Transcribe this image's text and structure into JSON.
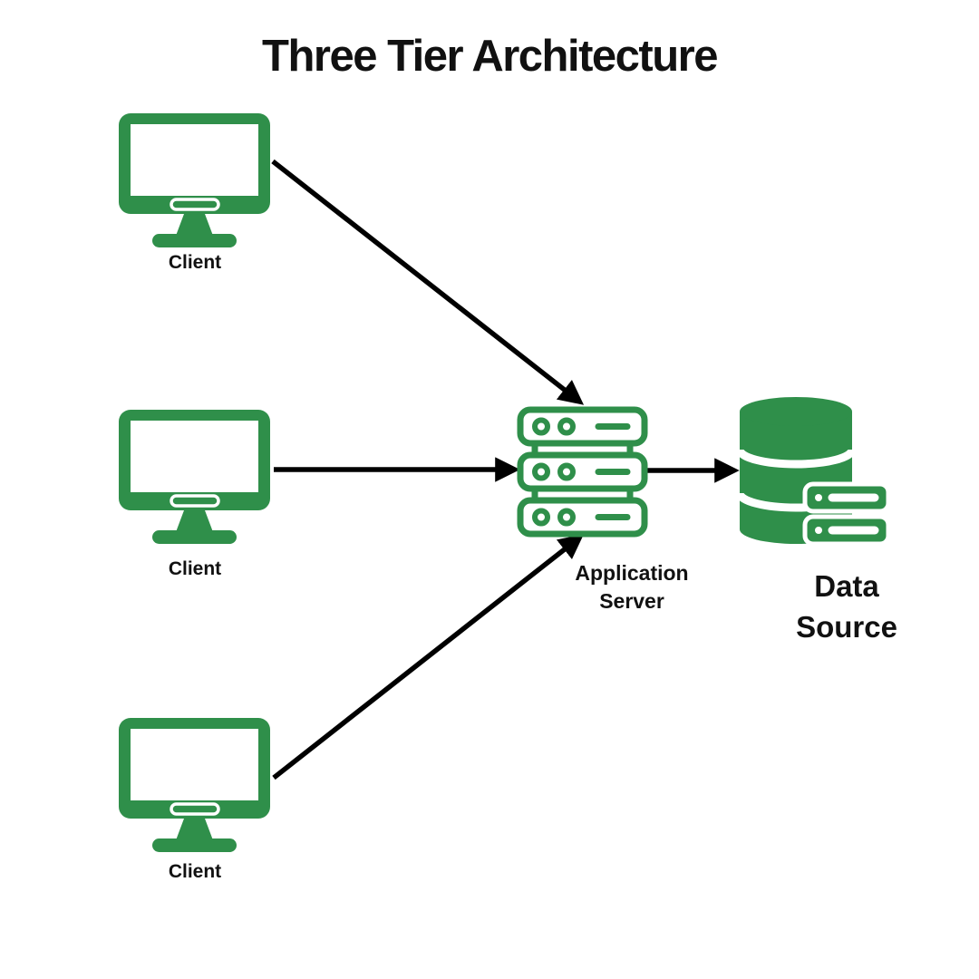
{
  "title": "Three Tier Architecture",
  "colors": {
    "accent": "#2f8f4a",
    "arrow": "#000000",
    "background": "#ffffff",
    "text": "#111111"
  },
  "nodes": {
    "clients": [
      {
        "id": "client-1",
        "label": "Client",
        "icon": "monitor-icon"
      },
      {
        "id": "client-2",
        "label": "Client",
        "icon": "monitor-icon"
      },
      {
        "id": "client-3",
        "label": "Client",
        "icon": "monitor-icon"
      }
    ],
    "application_server": {
      "id": "application-server",
      "label": "Application Server",
      "icon": "server-stack-icon"
    },
    "data_source": {
      "id": "data-source",
      "label": "Data Source",
      "icon": "database-icon"
    }
  },
  "edges": [
    {
      "from": "client-1",
      "to": "application-server",
      "style": "arrow"
    },
    {
      "from": "client-2",
      "to": "application-server",
      "style": "arrow"
    },
    {
      "from": "client-3",
      "to": "application-server",
      "style": "arrow"
    },
    {
      "from": "application-server",
      "to": "data-source",
      "style": "arrow"
    }
  ]
}
